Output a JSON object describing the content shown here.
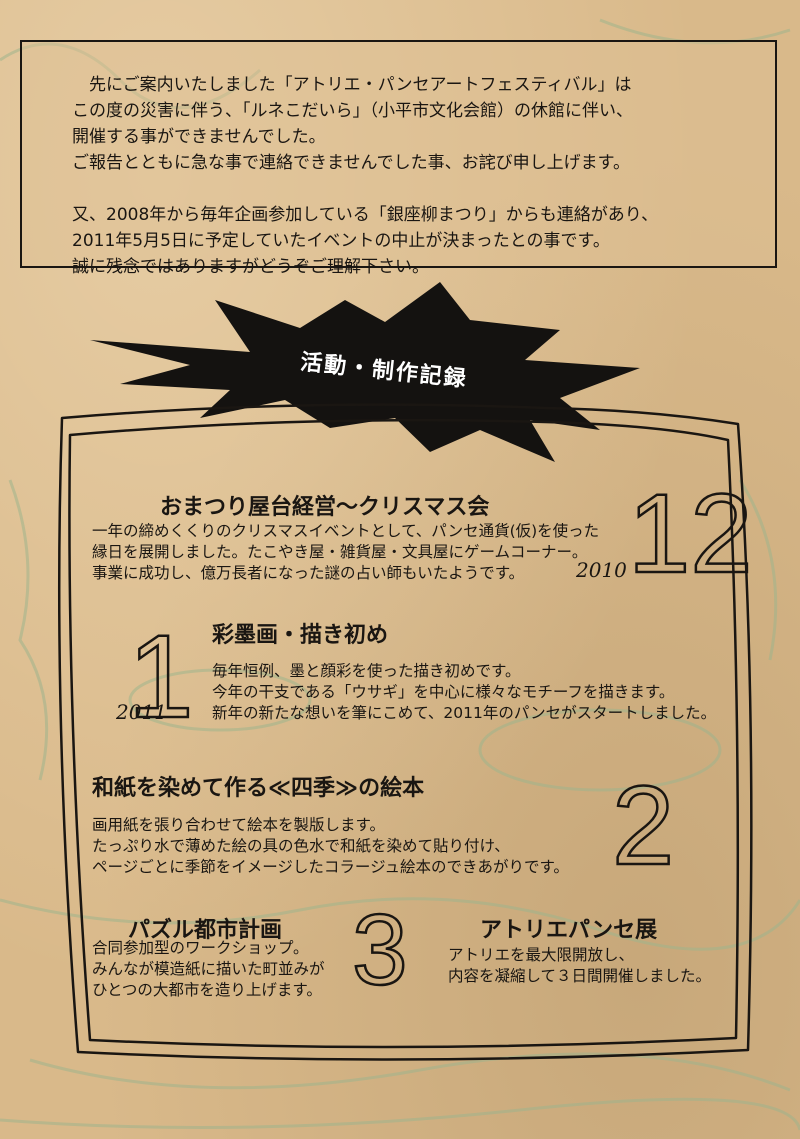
{
  "notice": {
    "lines": [
      "先にご案内いたしました「アトリエ・パンセアートフェスティバル」は",
      "この度の災害に伴う、「ルネこだいら」（小平市文化会館）の休館に伴い、",
      "開催する事ができませんでした。",
      "ご報告とともに急な事で連絡できませんでした事、お詫び申し上げます。",
      "又、2008年から毎年企画参加している「銀座柳まつり」からも連絡があり、",
      "2011年5月5日に予定していたイベントの中止が決まったとの事です。",
      "誠に残念ではありますがどうぞご理解下さい。"
    ]
  },
  "section": {
    "heading": "活動・制作記録"
  },
  "entries": {
    "dec": {
      "title": "おまつり屋台経営～クリスマス会",
      "lines": [
        "一年の締めくくりのクリスマスイベントとして、パンセ通貨(仮)を使った",
        "縁日を展開しました。たこやき屋・雑貨屋・文具屋にゲームコーナー。",
        "事業に成功し、億万長者になった謎の占い師もいたようです。"
      ],
      "number": "12",
      "year": "2010"
    },
    "jan": {
      "title": "彩墨画・描き初め",
      "lines": [
        "毎年恒例、墨と顔彩を使った描き初めです。",
        "今年の干支である「ウサギ」を中心に様々なモチーフを描きます。",
        "新年の新たな想いを筆にこめて、2011年のパンセがスタートしました。"
      ],
      "number": "1",
      "year": "2011"
    },
    "feb": {
      "title": "和紙を染めて作る≪四季≫の絵本",
      "lines": [
        "画用紙を張り合わせて絵本を製版します。",
        "たっぷり水で薄めた絵の具の色水で和紙を染めて貼り付け、",
        "ページごとに季節をイメージしたコラージュ絵本のできあがりです。"
      ],
      "number": "2"
    },
    "mar": {
      "number": "3",
      "left": {
        "title": "パズル都市計画",
        "lines": [
          "合同参加型のワークショップ。",
          "みんなが模造紙に描いた町並みが",
          "ひとつの大都市を造り上げます。"
        ]
      },
      "right": {
        "title": "アトリエパンセ展",
        "lines": [
          "アトリエを最大限開放し、",
          "内容を凝縮して３日間開催しました。"
        ]
      }
    }
  }
}
